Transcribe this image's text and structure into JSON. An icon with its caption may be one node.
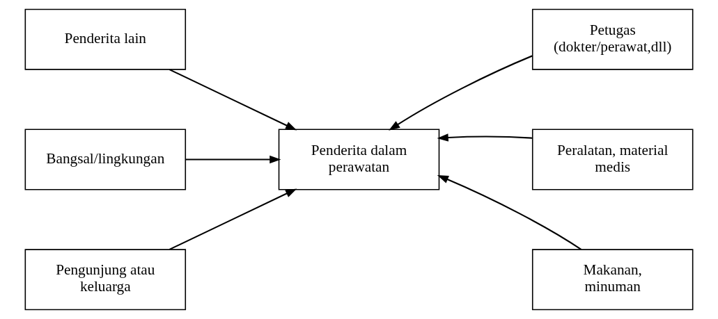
{
  "diagram": {
    "nodes": [
      {
        "text": [
          "Penderita lain"
        ]
      },
      {
        "text": [
          "Petugas (dokter/perawat,dll)"
        ]
      },
      {
        "text": [
          "Bangsal/lingkungan"
        ]
      },
      {
        "text": [
          "Penderita dalam perawatan"
        ]
      },
      {
        "text": [
          "Peralatan, material medis"
        ]
      },
      {
        "text": [
          "Pengunjung atau keluarga"
        ]
      },
      {
        "text": [
          "Makanan, minuman"
        ]
      }
    ],
    "edges": [
      {
        "from": 0,
        "to": 3,
        "arrow": "to"
      },
      {
        "from": 1,
        "to": 3,
        "arrow": "to"
      },
      {
        "from": 2,
        "to": 3,
        "arrow": "to"
      },
      {
        "from": 4,
        "to": 3,
        "arrow": "to"
      },
      {
        "from": 5,
        "to": 3,
        "arrow": "to"
      },
      {
        "from": 6,
        "to": 3,
        "arrow": "to"
      }
    ]
  }
}
